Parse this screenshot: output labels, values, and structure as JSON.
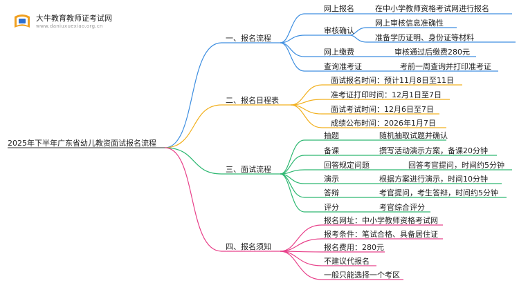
{
  "logo": {
    "title": "大牛教育教师证考试网",
    "subtitle": "www.daniuxuexiao.org.cn"
  },
  "root": "2025年下半年广东省幼儿教资面试报名流程",
  "branches": [
    {
      "label": "一、报名流程",
      "color": "#3d8ee0",
      "children": [
        {
          "label": "网上报名",
          "children": [
            {
              "label": "在中小学教师资格考试网进行报名"
            }
          ]
        },
        {
          "label": "审核确认",
          "children": [
            {
              "label": "网上审核信息准确性"
            },
            {
              "label": "准备学历证明、身份证等材料"
            }
          ]
        },
        {
          "label": "网上缴费",
          "children": [
            {
              "label": "审核通过后缴费280元"
            }
          ]
        },
        {
          "label": "查询准考证",
          "children": [
            {
              "label": "考前一周查询并打印准考证"
            }
          ]
        }
      ]
    },
    {
      "label": "二、报名日程表",
      "color": "#f2b01e",
      "children": [
        {
          "label": "面试报名时间：预计11月8日至11日"
        },
        {
          "label": "准考证打印时间：12月1日至7日"
        },
        {
          "label": "面试考试时间：12月6日至7日"
        },
        {
          "label": "成绩公布时间：2026年1月7日"
        }
      ]
    },
    {
      "label": "三、面试流程",
      "color": "#2eb872",
      "children": [
        {
          "label": "抽题",
          "children": [
            {
              "label": "随机抽取试题并确认"
            }
          ]
        },
        {
          "label": "备课",
          "children": [
            {
              "label": "撰写活动演示方案，备课20分钟"
            }
          ]
        },
        {
          "label": "回答规定问题",
          "children": [
            {
              "label": "回答考官提问，时间约5分钟"
            }
          ]
        },
        {
          "label": "演示",
          "children": [
            {
              "label": "根据方案进行演示，时间10分钟"
            }
          ]
        },
        {
          "label": "答辩",
          "children": [
            {
              "label": "考官提问，考生答辩，时间约5分钟"
            }
          ]
        },
        {
          "label": "评分",
          "children": [
            {
              "label": "考官综合评分"
            }
          ]
        }
      ]
    },
    {
      "label": "四、报名须知",
      "color": "#e8418a",
      "children": [
        {
          "label": "报名网址：中小学教师资格考试网"
        },
        {
          "label": "报考条件：笔试合格、具备居住证"
        },
        {
          "label": "报名费用：280元"
        },
        {
          "label": "不建议代报名"
        },
        {
          "label": "一般只能选择一个考区"
        }
      ]
    }
  ]
}
